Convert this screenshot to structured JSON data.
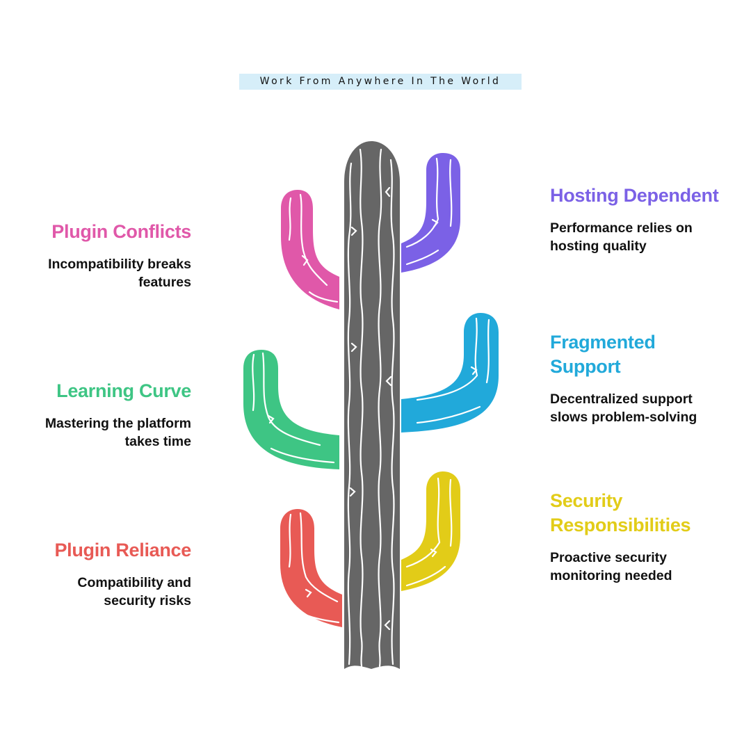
{
  "banner": "Work From Anywhere In The World",
  "items": [
    {
      "title": "Plugin Conflicts",
      "desc": "Incompatibility breaks features",
      "color": "#e058a9"
    },
    {
      "title": "Learning Curve",
      "desc": "Mastering the platform takes time",
      "color": "#3ec584"
    },
    {
      "title": "Plugin Reliance",
      "desc": "Compatibility and security risks",
      "color": "#e85a55"
    },
    {
      "title": "Hosting Dependent",
      "desc": "Performance relies on hosting quality",
      "color": "#7b61e6"
    },
    {
      "title": "Fragmented Support",
      "desc": "Decentralized support slows problem-solving",
      "color": "#21a9da"
    },
    {
      "title": "Security Responsibilities",
      "desc": "Proactive security monitoring needed",
      "color": "#e2cc18"
    }
  ],
  "trunk_color": "#666666"
}
